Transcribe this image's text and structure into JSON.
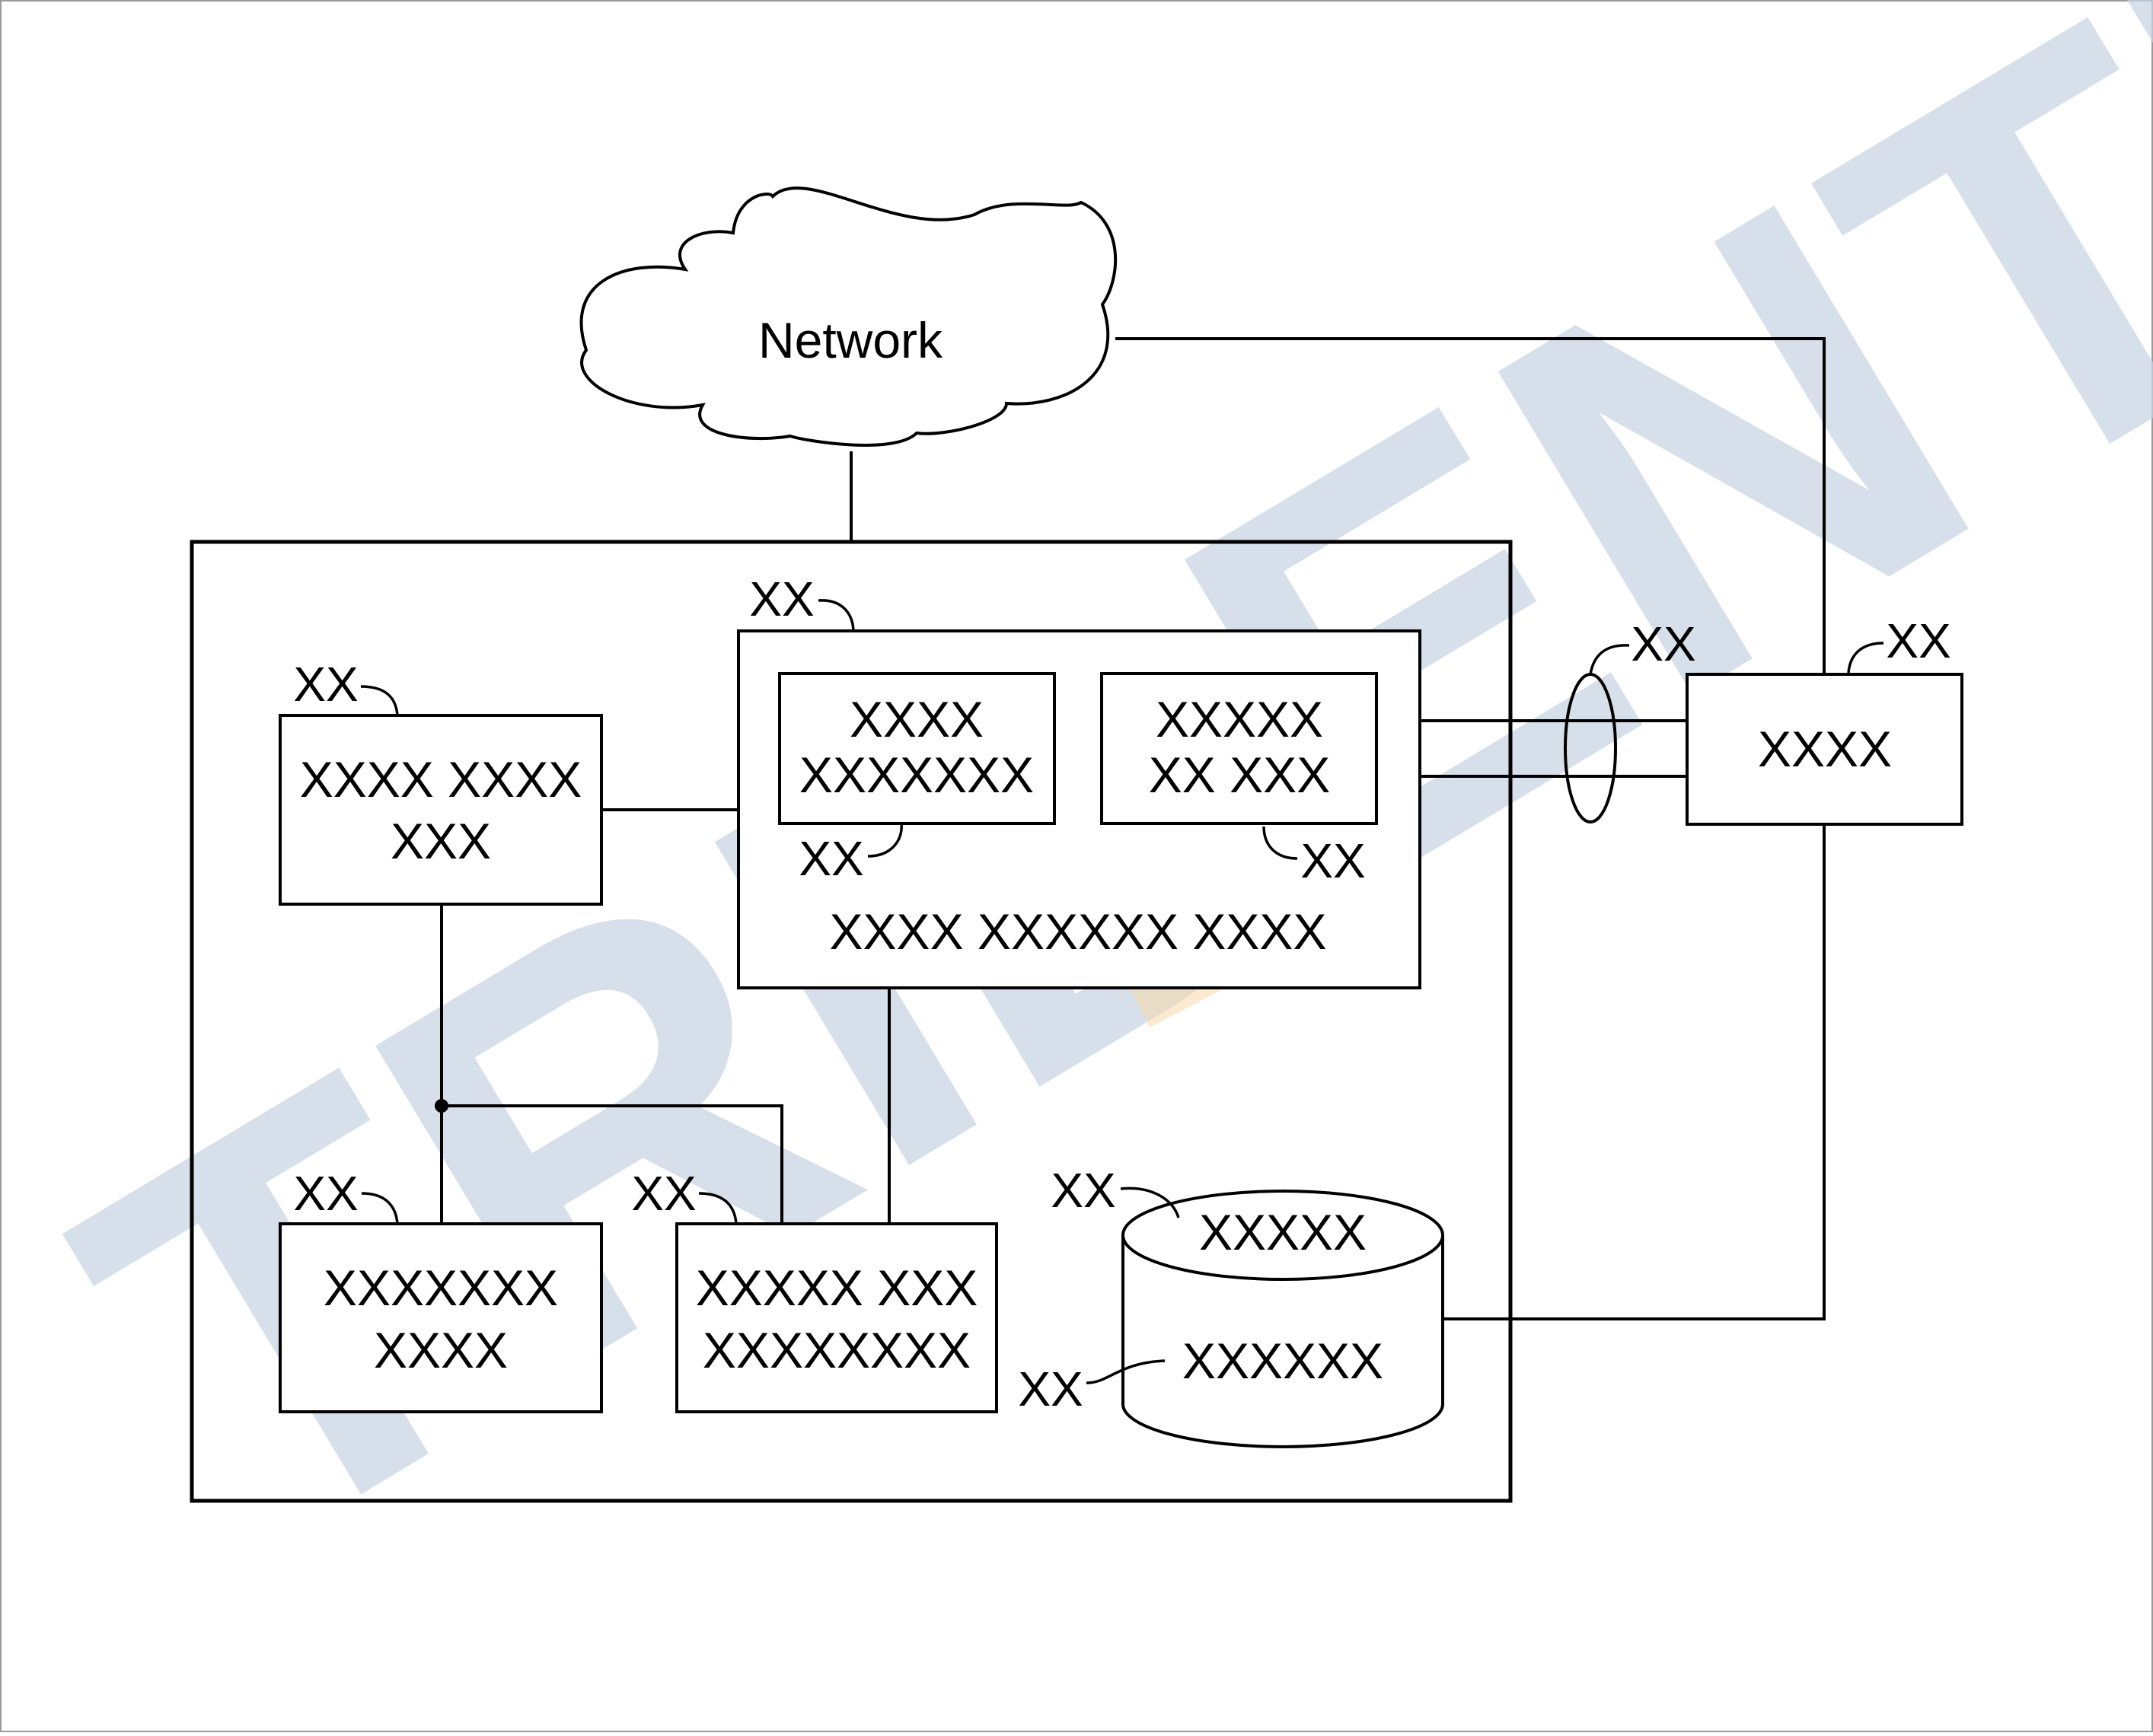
{
  "diagram": {
    "network": {
      "label": "Network"
    },
    "boxes": {
      "top_left": {
        "line1": "XXXX XXXX",
        "line2": "XXX",
        "ref": "XX"
      },
      "center_group": {
        "label": "XXXX XXXXXX XXXX",
        "ref": "XX"
      },
      "inner_left": {
        "line1": "XXXX",
        "line2": "XXXXXXX",
        "ref": "XX"
      },
      "inner_right": {
        "line1": "XXXXX",
        "line2": "XX XXX",
        "ref": "XX"
      },
      "external": {
        "line1": "XXXX",
        "ref": "XX"
      },
      "bottom_left": {
        "line1": "XXXXXXX",
        "line2": "XXXX",
        "ref": "XX"
      },
      "bottom_middle": {
        "line1": "XXXXX XXX",
        "line2": "XXXXXXXX",
        "ref": "XX"
      }
    },
    "database": {
      "top_label": "XXXXX",
      "body_label": "XXXXXX",
      "top_ref": "XX",
      "body_ref": "XX"
    },
    "bundle": {
      "ref": "XX"
    }
  },
  "watermark": {
    "text": "TRIDENTZ",
    "color_primary": "#c9d3e3",
    "color_accent": "#f8d8a8"
  }
}
